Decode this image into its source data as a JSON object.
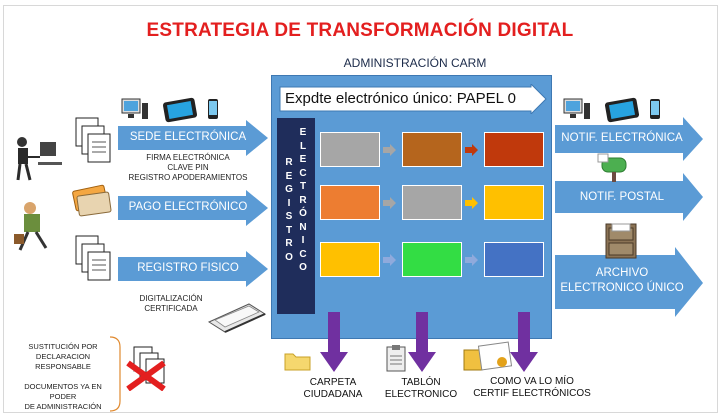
{
  "title": "ESTRATEGIA DE TRANSFORMACIÓN DIGITAL",
  "admin": {
    "label": "ADMINISTRACIÓN CARM",
    "expdte": "Expdte electrónico único: PAPEL 0"
  },
  "registro": {
    "col1": "R\nE\nG\nI\nS\nT\nR\nO",
    "col2": "E\nL\nE\nC\nT\nR\nÓ\nN\nI\nC\nO"
  },
  "left_arrows": [
    {
      "label": "SEDE ELECTRÓNICA"
    },
    {
      "label": "PAGO ELECTRÓNICO"
    },
    {
      "label": "REGISTRO FISICO"
    }
  ],
  "sede_notes": [
    "FIRMA ELECTRÓNICA",
    "CLAVE PIN",
    "REGISTRO APODERAMIENTOS"
  ],
  "digitalizacion": [
    "DIGITALIZACIÓN",
    "CERTIFICADA"
  ],
  "sustitucion": [
    "SUSTITUCIÓN POR",
    "DECLARACION",
    "RESPONSABLE",
    "",
    "DOCUMENTOS YA EN PODER",
    "DE ADMINISTRACIÓN"
  ],
  "right_arrows": [
    {
      "label": "NOTIF. ELECTRÓNICA"
    },
    {
      "label": "NOTIF. POSTAL"
    },
    {
      "label_line1": "ARCHIVO",
      "label_line2": "ELECTRONICO ÚNICO"
    }
  ],
  "bottom": [
    {
      "line1": "CARPETA",
      "line2": "CIUDADANA"
    },
    {
      "line1": "TABLÓN",
      "line2": "ELECTRONICO"
    },
    {
      "line1": "COMO VA LO MÍO",
      "line2": "CERTIF ELECTRÓNICOS"
    }
  ],
  "colors": {
    "title": "#e31f1f",
    "admin_box": "#5b9bd5",
    "registro": "#1f2d5b",
    "arrow": "#5b9bd5",
    "down_arrow": "#7030a0",
    "tiles": [
      [
        "#a6a6a6",
        "#b5651d",
        "#c0390c"
      ],
      [
        "#ed7d31",
        "#a6a6a6",
        "#ffc000"
      ],
      [
        "#ffc000",
        "#33dd44",
        "#4472c4"
      ]
    ]
  }
}
